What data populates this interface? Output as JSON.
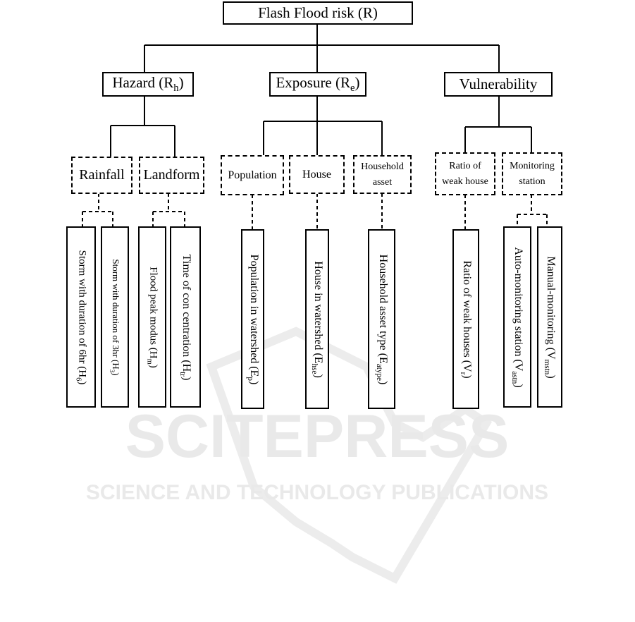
{
  "root": {
    "label": "Flash Flood risk (R)"
  },
  "categories": [
    {
      "label": "Hazard (R",
      "sub": "h",
      "close": ")"
    },
    {
      "label": "Exposure (R",
      "sub": "e",
      "close": ")"
    },
    {
      "label": "Vulnerability",
      "sub": "",
      "close": ""
    }
  ],
  "factors": [
    {
      "label": "Rainfall"
    },
    {
      "label": "Landform"
    },
    {
      "label": "Population"
    },
    {
      "label": "House"
    },
    {
      "line1": "Household",
      "line2": "asset"
    },
    {
      "line1": "Ratio of",
      "line2": "weak house"
    },
    {
      "line1": "Monitoring",
      "line2": "station"
    }
  ],
  "indicators": [
    {
      "label": "Storm with duration of 6hr (H",
      "sub": "6",
      "close": ")"
    },
    {
      "label": "Storm with duration of 3hr (H",
      "sub": "3",
      "close": ")"
    },
    {
      "label": "Flood peak modus (H",
      "sub": "m",
      "close": ")"
    },
    {
      "label": "Time of con centration (H",
      "sub": "tr",
      "close": ")"
    },
    {
      "label": "Population in watershed (E",
      "sub": "p",
      "close": ")"
    },
    {
      "label": "House in watershed (E",
      "sub": "hse",
      "close": ")"
    },
    {
      "label": "Household asset type (E",
      "sub": "atype",
      "close": ")"
    },
    {
      "label": "Ratio of weak houses (V",
      "sub": "r",
      "close": ")"
    },
    {
      "label": "Auto-monitoring station (V",
      "sub": "astn",
      "close": ")"
    },
    {
      "label": "Manual-monitoring (V",
      "sub": "mstn",
      "close": ")"
    }
  ],
  "watermark": {
    "line1": "SCITEPRESS",
    "line2": "SCIENCE AND TECHNOLOGY PUBLICATIONS"
  }
}
